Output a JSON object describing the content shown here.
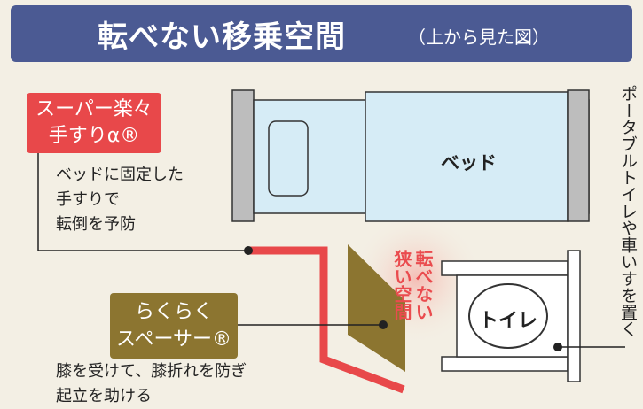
{
  "header": {
    "title": "転べない移乗空間",
    "subtitle": "（上から見た図）"
  },
  "handrail": {
    "name_line1": "スーパー楽々",
    "name_line2": "手すりα®",
    "desc_line1": "ベッドに固定した",
    "desc_line2": "手すりで",
    "desc_line3": "転倒を予防"
  },
  "spacer": {
    "name_line1": "らくらく",
    "name_line2": "スペーサー®",
    "desc_line1": "膝を受けて、膝折れを防ぎ",
    "desc_line2": "起立を助ける"
  },
  "bed": {
    "label": "ベッド"
  },
  "toilet": {
    "label": "トイレ"
  },
  "narrow_space": {
    "col1": "転べない",
    "col2": "狭い空間"
  },
  "side_note": {
    "text": "ポータブルトイレや車いすを置く"
  },
  "colors": {
    "header_bg": "#4b5a93",
    "handrail": "#e8484a",
    "spacer": "#8c7530",
    "bed": "#d6ecf6",
    "background": "#f3efe4"
  }
}
